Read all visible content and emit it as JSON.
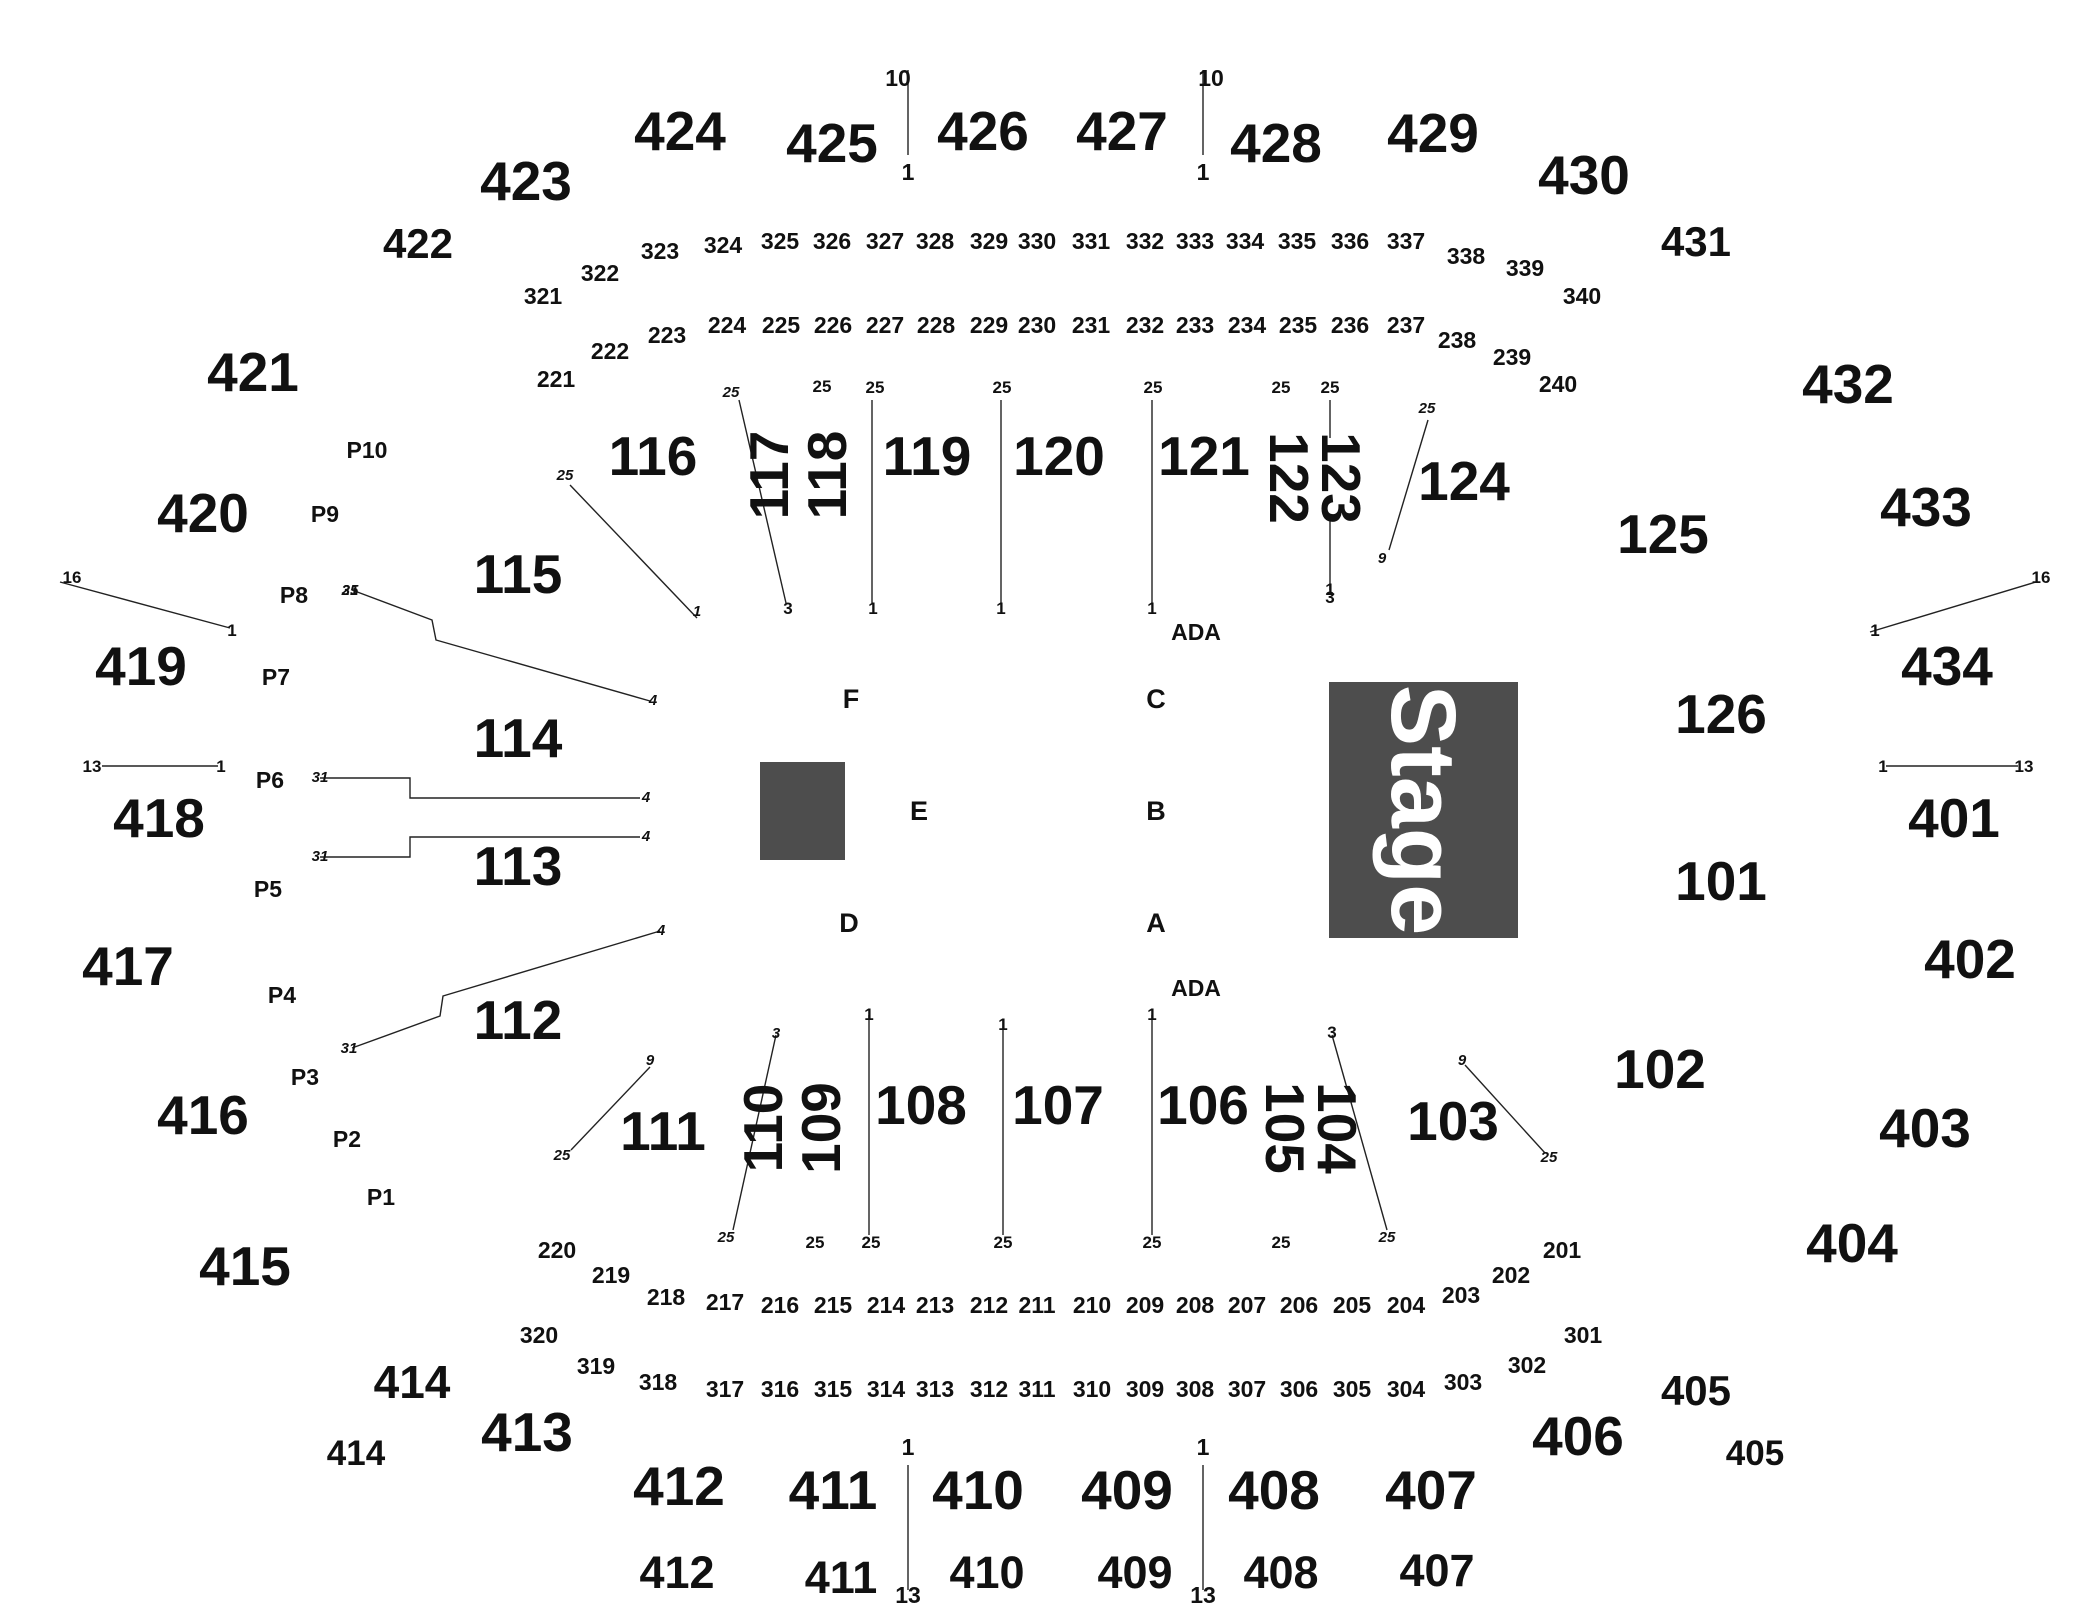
{
  "colors": {
    "stage_fill": "#4d4d4d",
    "text": "#111111",
    "background": "#ffffff"
  },
  "stage": {
    "label": "Stage"
  },
  "floor": {
    "labels": [
      "F",
      "C",
      "E",
      "B",
      "D",
      "A"
    ],
    "ada": [
      "ADA",
      "ADA"
    ]
  },
  "sections_100": [
    "116",
    "117",
    "118",
    "119",
    "120",
    "121",
    "122",
    "123",
    "124",
    "125",
    "115",
    "114",
    "113",
    "112",
    "111",
    "110",
    "109",
    "108",
    "107",
    "106",
    "105",
    "104",
    "103",
    "102",
    "126",
    "101"
  ],
  "sections_200": [
    "224",
    "225",
    "226",
    "227",
    "228",
    "229",
    "230",
    "231",
    "232",
    "233",
    "234",
    "235",
    "236",
    "237",
    "221",
    "222",
    "223",
    "238",
    "239",
    "240",
    "220",
    "219",
    "218",
    "217",
    "216",
    "215",
    "214",
    "213",
    "212",
    "211",
    "210",
    "209",
    "208",
    "207",
    "206",
    "205",
    "204",
    "203",
    "202",
    "201"
  ],
  "sections_300": [
    "324",
    "325",
    "326",
    "327",
    "328",
    "329",
    "330",
    "331",
    "332",
    "333",
    "334",
    "335",
    "336",
    "337",
    "321",
    "322",
    "323",
    "338",
    "339",
    "340",
    "320",
    "319",
    "318",
    "317",
    "316",
    "315",
    "314",
    "313",
    "312",
    "311",
    "310",
    "309",
    "308",
    "307",
    "306",
    "305",
    "304",
    "303",
    "302",
    "301"
  ],
  "sections_400": [
    "424",
    "425",
    "426",
    "427",
    "428",
    "429",
    "423",
    "430",
    "422",
    "431",
    "421",
    "432",
    "420",
    "433",
    "419",
    "434",
    "418",
    "401",
    "417",
    "402",
    "416",
    "403",
    "415",
    "404",
    "414",
    "405",
    "413",
    "406",
    "412",
    "411",
    "410",
    "409",
    "408",
    "407"
  ],
  "sections_400_lower": [
    "414",
    "405",
    "412",
    "411",
    "410",
    "409",
    "408",
    "407"
  ],
  "party_decks": [
    "P10",
    "P9",
    "P8",
    "P7",
    "P6",
    "P5",
    "P4",
    "P3",
    "P2",
    "P1"
  ],
  "row_markers": [
    "10",
    "1",
    "10",
    "1",
    "25",
    "25",
    "25",
    "25",
    "25",
    "25",
    "25",
    "25",
    "1",
    "3",
    "1",
    "1",
    "1",
    "3",
    "25",
    "9",
    "25",
    "1",
    "31",
    "4",
    "4",
    "4",
    "31",
    "31",
    "4",
    "31",
    "9",
    "25",
    "16",
    "1",
    "13",
    "1",
    "16",
    "1",
    "1",
    "13",
    "1",
    "1",
    "1",
    "3",
    "3",
    "9",
    "25",
    "25",
    "25",
    "25",
    "25",
    "25",
    "25",
    "25",
    "25",
    "1",
    "13",
    "1",
    "13"
  ]
}
